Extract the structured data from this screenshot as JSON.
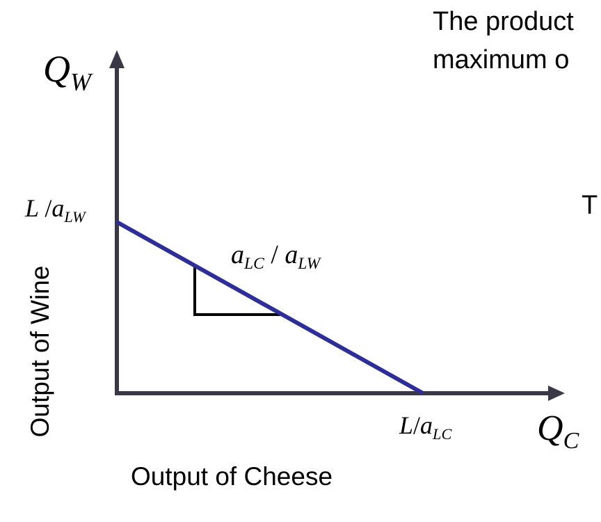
{
  "top_text": {
    "line1": "The product",
    "line2": "maximum o",
    "line3": "T"
  },
  "axes": {
    "y_symbol": "Q",
    "y_symbol_sub": "W",
    "x_symbol": "Q",
    "x_symbol_sub": "C",
    "y_label": "Output of Wine",
    "x_label": "Output of Cheese"
  },
  "intercepts": {
    "y_num": "L",
    "y_slash": "/",
    "y_den": "a",
    "y_den_sub": "LW",
    "x_num": "L",
    "x_slash": "/",
    "x_den": "a",
    "x_den_sub": "LC"
  },
  "slope": {
    "num": "a",
    "num_sub": "LC",
    "slash": "/",
    "den": "a",
    "den_sub": "LW"
  },
  "colors": {
    "axis": "#3a3846",
    "frontier": "#2e2e9a",
    "triangle": "#000000",
    "text": "#000000"
  }
}
